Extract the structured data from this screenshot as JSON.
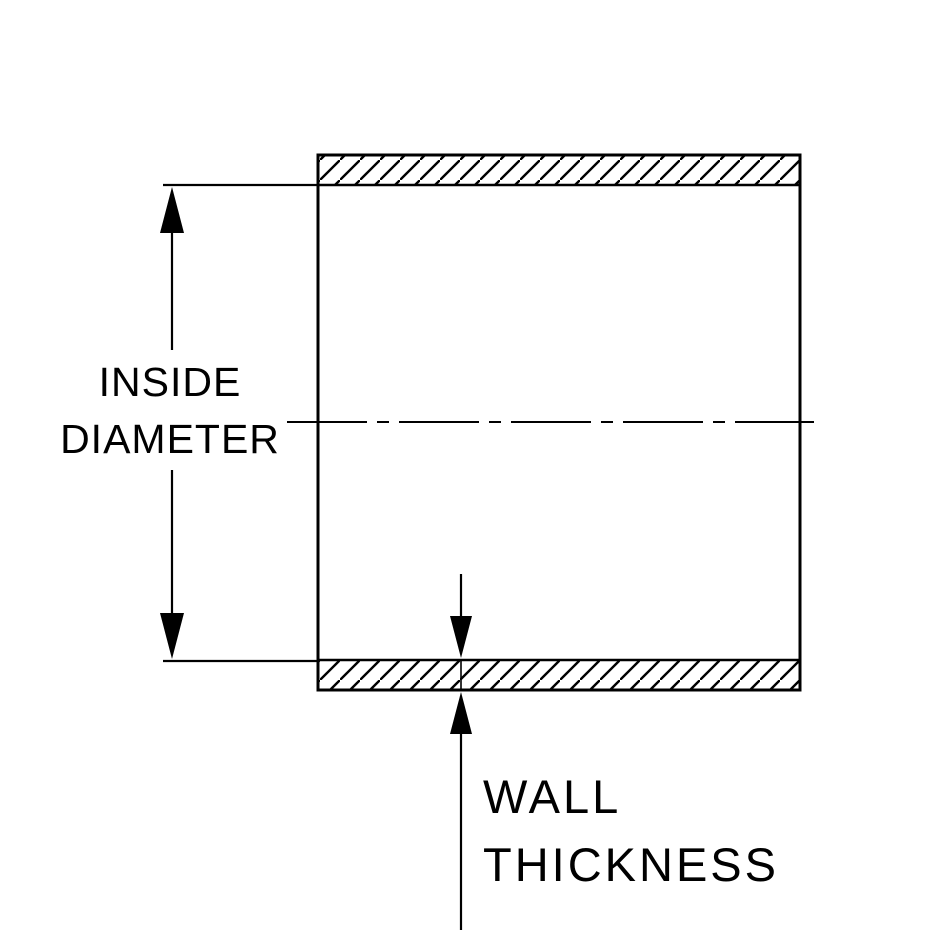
{
  "colors": {
    "line": "#000000",
    "background": "#ffffff"
  },
  "labels": {
    "inside_diameter": [
      "INSIDE",
      "DIAMETER"
    ],
    "wall_thickness": [
      "WALL",
      "THICKNESS"
    ]
  }
}
